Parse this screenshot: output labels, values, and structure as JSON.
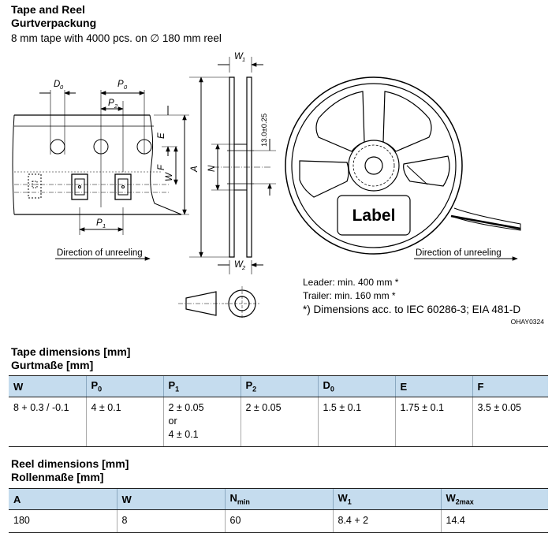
{
  "header": {
    "title": "Tape and Reel",
    "title_de": "Gurtverpackung",
    "description": "8 mm tape with 4000 pcs. on ∅ 180 mm reel"
  },
  "drawing": {
    "labels": {
      "d0": "D",
      "d0_sub": "0",
      "p0": "P",
      "p0_sub": "0",
      "p2": "P",
      "p2_sub": "2",
      "p1": "P",
      "p1_sub": "1",
      "e": "E",
      "f": "F",
      "w": "W",
      "w1": "W",
      "w1_sub": "1",
      "w2": "W",
      "w2_sub": "2",
      "a": "A",
      "n": "N",
      "hub": "13.0±0.25",
      "label": "Label",
      "direction_left": "Direction of unreeling",
      "direction_right": "Direction of unreeling"
    },
    "notes": {
      "leader": "Leader:   min. 400 mm *",
      "trailer": "Trailer:   min. 160 mm *",
      "footnote": "*) Dimensions acc. to IEC 60286-3; EIA 481-D"
    },
    "code": "OHAY0324"
  },
  "tape_table": {
    "title": "Tape dimensions [mm]",
    "title_de": "Gurtmaße [mm]",
    "columns": [
      {
        "main": "W",
        "sub": ""
      },
      {
        "main": "P",
        "sub": "0"
      },
      {
        "main": "P",
        "sub": "1"
      },
      {
        "main": "P",
        "sub": "2"
      },
      {
        "main": "D",
        "sub": "0"
      },
      {
        "main": "E",
        "sub": ""
      },
      {
        "main": "F",
        "sub": ""
      }
    ],
    "row": [
      [
        "8 + 0.3 / -0.1"
      ],
      [
        "4 ± 0.1"
      ],
      [
        "2 ± 0.05",
        "or",
        "4 ± 0.1"
      ],
      [
        "2 ± 0.05"
      ],
      [
        "1.5 ± 0.1"
      ],
      [
        "1.75 ± 0.1"
      ],
      [
        "3.5 ± 0.05"
      ]
    ]
  },
  "reel_table": {
    "title": "Reel dimensions [mm]",
    "title_de": "Rollenmaße [mm]",
    "columns": [
      {
        "main": "A",
        "sub": ""
      },
      {
        "main": "W",
        "sub": ""
      },
      {
        "main": "N",
        "sub": "min"
      },
      {
        "main": "W",
        "sub": "1"
      },
      {
        "main": "W",
        "sub": "2max"
      }
    ],
    "row": [
      [
        "180"
      ],
      [
        "8"
      ],
      [
        "60"
      ],
      [
        "8.4 + 2"
      ],
      [
        "14.4"
      ]
    ]
  }
}
